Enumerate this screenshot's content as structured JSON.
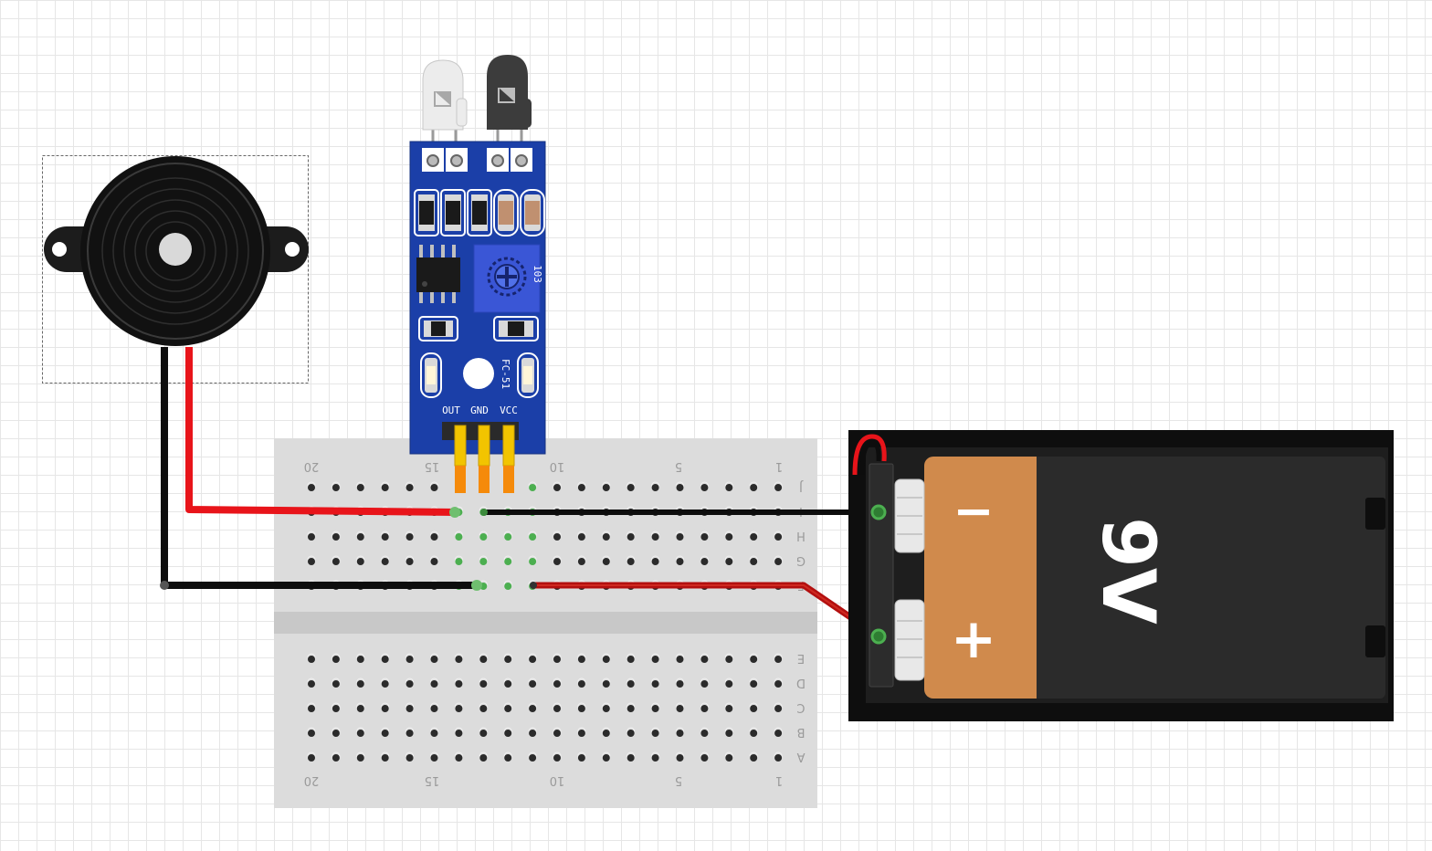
{
  "breadboard": {
    "column_labels_top": [
      "20",
      "15",
      "10",
      "5",
      "1"
    ],
    "column_labels_bottom": [
      "20",
      "15",
      "10",
      "5",
      "1"
    ],
    "row_labels_top": [
      "J",
      "I",
      "H",
      "G",
      "F"
    ],
    "row_labels_bottom": [
      "E",
      "D",
      "C",
      "B",
      "A"
    ]
  },
  "sensor_module": {
    "model_label": "FC-51",
    "pin_labels": [
      "OUT",
      "GND",
      "VCC"
    ],
    "pot_label": "103"
  },
  "battery": {
    "voltage_label": "9V",
    "minus_label": "−",
    "plus_label": "+"
  },
  "colors": {
    "wire_red": "#e8141a",
    "wire_black": "#0d0d0d",
    "wire_dark_red": "#b30f0f",
    "pcb_blue": "#1b3fa8",
    "connected_hole": "#4caf50",
    "battery_orange": "#d08a4c",
    "battery_case": "#2b2b2b"
  },
  "icons": {
    "buzzer": "piezo-buzzer-icon",
    "ir_emitter": "ir-led-icon",
    "ir_receiver": "photodiode-icon",
    "potentiometer": "trimmer-pot-icon"
  }
}
